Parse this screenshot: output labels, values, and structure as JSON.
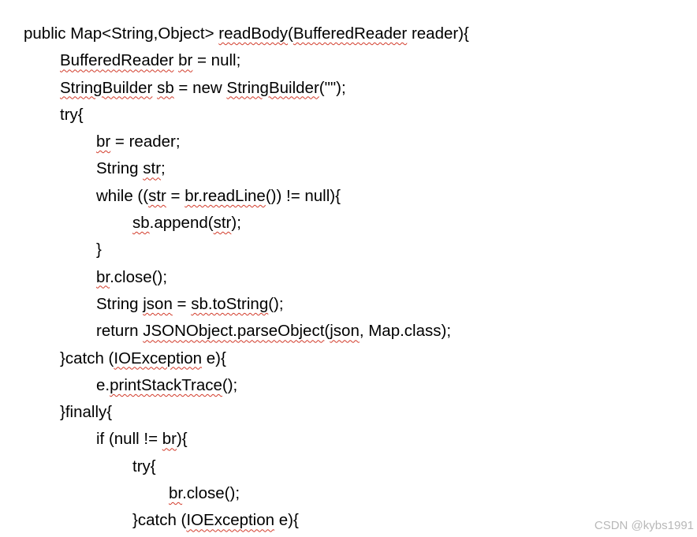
{
  "code_lines": [
    {
      "indent": 0,
      "segments": [
        {
          "text": "public Map<String,Object> ",
          "squiggle": false
        },
        {
          "text": "readBody",
          "squiggle": true
        },
        {
          "text": "(",
          "squiggle": false
        },
        {
          "text": "BufferedReader",
          "squiggle": true
        },
        {
          "text": " reader){",
          "squiggle": false
        }
      ]
    },
    {
      "indent": 1,
      "segments": [
        {
          "text": "BufferedReader",
          "squiggle": true
        },
        {
          "text": " ",
          "squiggle": false
        },
        {
          "text": "br",
          "squiggle": true
        },
        {
          "text": " = null;",
          "squiggle": false
        }
      ]
    },
    {
      "indent": 1,
      "segments": [
        {
          "text": "StringBuilder",
          "squiggle": true
        },
        {
          "text": " ",
          "squiggle": false
        },
        {
          "text": "sb",
          "squiggle": true
        },
        {
          "text": " = new ",
          "squiggle": false
        },
        {
          "text": "StringBuilder",
          "squiggle": true
        },
        {
          "text": "(\"\");",
          "squiggle": false
        }
      ]
    },
    {
      "indent": 1,
      "segments": [
        {
          "text": "try{",
          "squiggle": false
        }
      ]
    },
    {
      "indent": 2,
      "segments": [
        {
          "text": "br",
          "squiggle": true
        },
        {
          "text": " = reader;",
          "squiggle": false
        }
      ]
    },
    {
      "indent": 2,
      "segments": [
        {
          "text": "String ",
          "squiggle": false
        },
        {
          "text": "str",
          "squiggle": true
        },
        {
          "text": ";",
          "squiggle": false
        }
      ]
    },
    {
      "indent": 2,
      "segments": [
        {
          "text": "while ((",
          "squiggle": false
        },
        {
          "text": "str",
          "squiggle": true
        },
        {
          "text": " = ",
          "squiggle": false
        },
        {
          "text": "br.readLine",
          "squiggle": true
        },
        {
          "text": "()) != null){",
          "squiggle": false
        }
      ]
    },
    {
      "indent": 3,
      "segments": [
        {
          "text": "sb",
          "squiggle": true
        },
        {
          "text": ".append(",
          "squiggle": false
        },
        {
          "text": "str",
          "squiggle": true
        },
        {
          "text": ");",
          "squiggle": false
        }
      ]
    },
    {
      "indent": 2,
      "segments": [
        {
          "text": "}",
          "squiggle": false
        }
      ]
    },
    {
      "indent": 2,
      "segments": [
        {
          "text": "br",
          "squiggle": true
        },
        {
          "text": ".close();",
          "squiggle": false
        }
      ]
    },
    {
      "indent": 2,
      "segments": [
        {
          "text": "String ",
          "squiggle": false
        },
        {
          "text": "json",
          "squiggle": true
        },
        {
          "text": " = ",
          "squiggle": false
        },
        {
          "text": "sb.toString",
          "squiggle": true
        },
        {
          "text": "();",
          "squiggle": false
        }
      ]
    },
    {
      "indent": 2,
      "segments": [
        {
          "text": "return ",
          "squiggle": false
        },
        {
          "text": "JSONObject.parseObject",
          "squiggle": true
        },
        {
          "text": "(",
          "squiggle": false
        },
        {
          "text": "json",
          "squiggle": true
        },
        {
          "text": ", Map.class);",
          "squiggle": false
        }
      ]
    },
    {
      "indent": 1,
      "segments": [
        {
          "text": "}catch (",
          "squiggle": false
        },
        {
          "text": "IOException",
          "squiggle": true
        },
        {
          "text": " e){",
          "squiggle": false
        }
      ]
    },
    {
      "indent": 2,
      "segments": [
        {
          "text": "e.",
          "squiggle": false
        },
        {
          "text": "printStackTrace",
          "squiggle": true
        },
        {
          "text": "();",
          "squiggle": false
        }
      ]
    },
    {
      "indent": 1,
      "segments": [
        {
          "text": "}finally{",
          "squiggle": false
        }
      ]
    },
    {
      "indent": 2,
      "segments": [
        {
          "text": "if (null != ",
          "squiggle": false
        },
        {
          "text": "br",
          "squiggle": true
        },
        {
          "text": "){",
          "squiggle": false
        }
      ]
    },
    {
      "indent": 3,
      "segments": [
        {
          "text": "try{",
          "squiggle": false
        }
      ]
    },
    {
      "indent": 4,
      "segments": [
        {
          "text": "br",
          "squiggle": true
        },
        {
          "text": ".close();",
          "squiggle": false
        }
      ]
    },
    {
      "indent": 3,
      "segments": [
        {
          "text": "}catch (",
          "squiggle": false
        },
        {
          "text": "IOException",
          "squiggle": true
        },
        {
          "text": " e){",
          "squiggle": false
        }
      ]
    }
  ],
  "watermark": "CSDN @kybs1991",
  "colors": {
    "text": "#000000",
    "spellcheck_squiggle": "#d23b2a",
    "watermark": "#b8b8b8",
    "background": "#ffffff"
  }
}
